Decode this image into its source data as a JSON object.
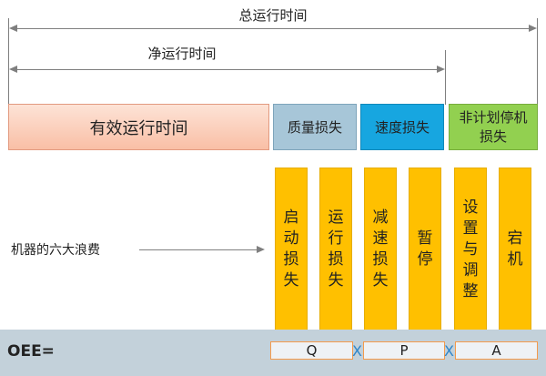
{
  "dimensions": {
    "total_time": "总运行时间",
    "net_time": "净运行时间"
  },
  "categories": {
    "effective": "有效运行时间",
    "quality_loss": "质量损失",
    "speed_loss": "速度损失",
    "unplanned_stop": "非计划停机损失"
  },
  "six_losses": {
    "label": "机器的六大浪费",
    "items": [
      "启动损失",
      "运行损失",
      "减速损失",
      "暂停",
      "设置与调整",
      "宕机"
    ]
  },
  "oee": {
    "label": "OEE=",
    "q": "Q",
    "p": "P",
    "a": "A",
    "multiply": "X"
  }
}
